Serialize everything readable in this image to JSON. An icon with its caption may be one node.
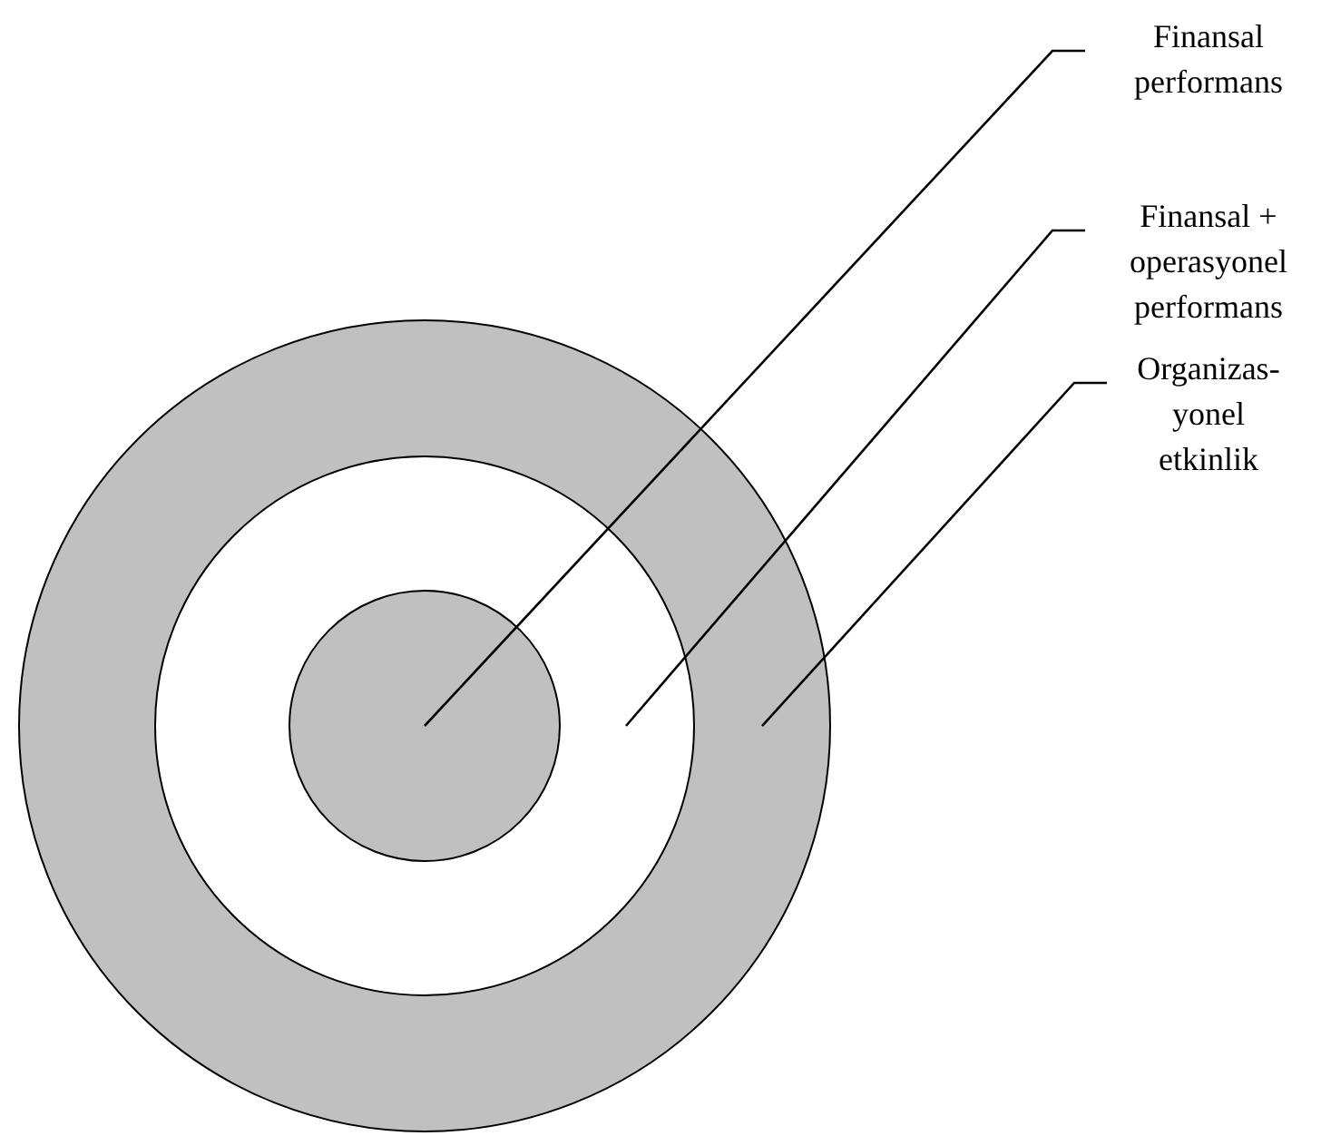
{
  "diagram": {
    "nodes": [
      {
        "text": [
          "Finansal performans"
        ]
      },
      {
        "text": [
          "Finansal + operasyonel performans"
        ]
      },
      {
        "text": [
          "Organizas- yonel etkinlik"
        ]
      },
      {
        "text": [],
        "shape": "circle"
      },
      {
        "text": [],
        "shape": "circle",
        "in": 3
      },
      {
        "text": [],
        "shape": "circle",
        "in": 4
      }
    ],
    "edges": [
      {
        "from": 0,
        "to": 5,
        "arrow": "none"
      },
      {
        "from": 1,
        "to": 4,
        "arrow": "none"
      },
      {
        "from": 2,
        "to": 3,
        "arrow": "none"
      }
    ]
  }
}
